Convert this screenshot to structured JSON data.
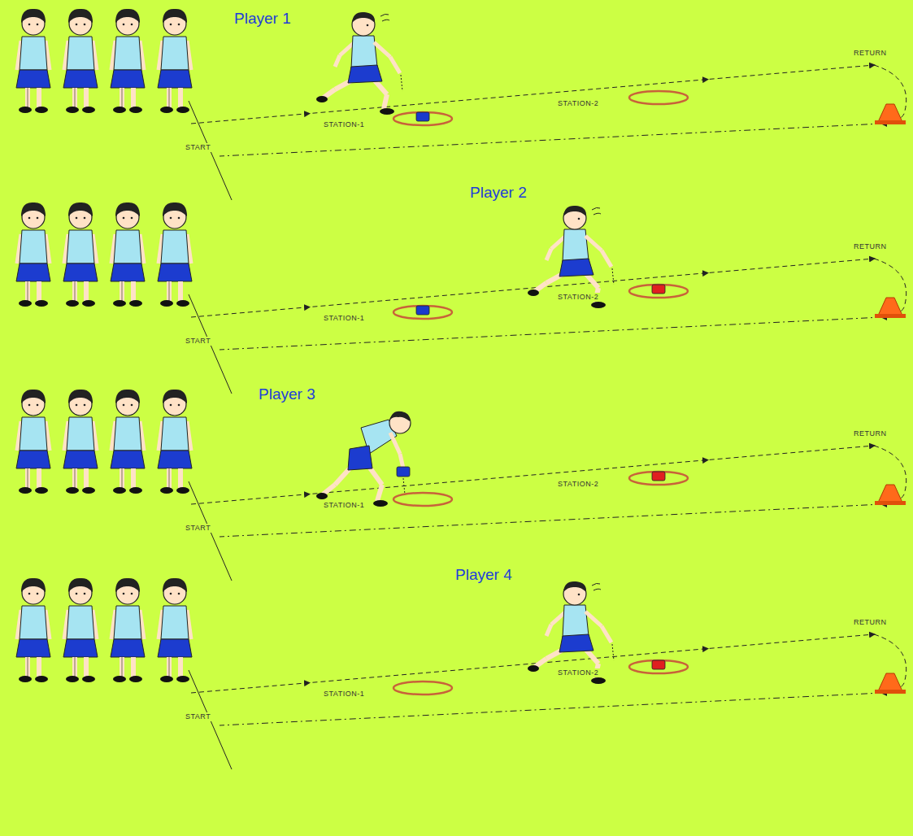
{
  "diagram": {
    "labels": [
      "Player 1",
      "RETURN",
      "STATION-1",
      "STATION-2",
      "START",
      "Player 2",
      "RETURN",
      "STATION-1",
      "STATION-2",
      "START",
      "Player 3",
      "RETURN",
      "STATION-1",
      "STATION-2",
      "START",
      "Player 4",
      "RETURN",
      "STATION-1",
      "STATION-2",
      "START"
    ]
  }
}
